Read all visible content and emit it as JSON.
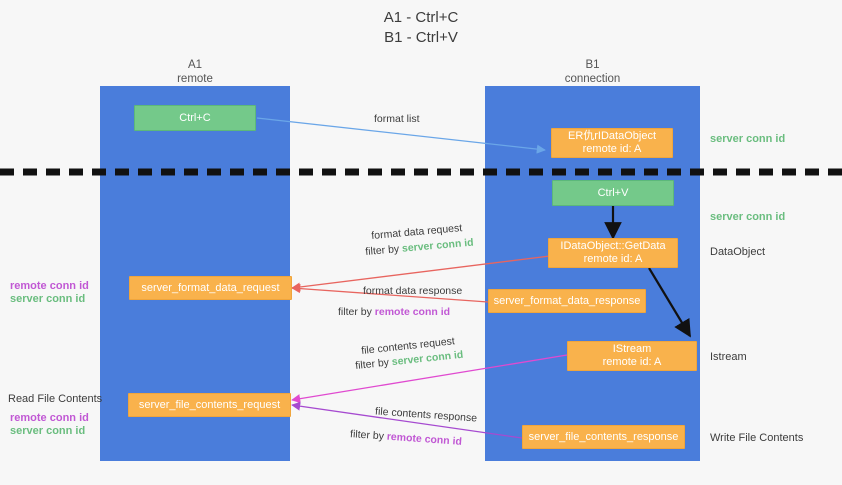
{
  "title": {
    "line1": "A1 - Ctrl+C",
    "line2": "B1 - Ctrl+V"
  },
  "colors": {
    "lane": "#4a7ddb",
    "node_green": "#74c98a",
    "node_orange": "#f9b24c",
    "server_conn_id": "#6abd7f",
    "remote_conn_id": "#c158d4",
    "arrow_blue": "#6aa6e8",
    "arrow_red": "#e8655f",
    "arrow_magenta": "#e04ad0",
    "arrow_purple": "#a64ad0",
    "arrow_black": "#111111",
    "divider": "#111111"
  },
  "lanes": [
    {
      "id": "a1",
      "title": "A1",
      "subtitle": "remote"
    },
    {
      "id": "b1",
      "title": "B1",
      "subtitle": "connection"
    }
  ],
  "nodes": [
    {
      "id": "ctrl-c",
      "kind": "green",
      "line1": "Ctrl+C",
      "line2": ""
    },
    {
      "id": "idataobject",
      "kind": "orange",
      "line1": "ER仇rIDataObject",
      "line2": "remote id: A"
    },
    {
      "id": "ctrl-v",
      "kind": "green",
      "line1": "Ctrl+V",
      "line2": ""
    },
    {
      "id": "getdata",
      "kind": "orange",
      "line1": "IDataObject::GetData",
      "line2": "remote id: A"
    },
    {
      "id": "format-data-request",
      "kind": "orange",
      "line1": "server_format_data_request",
      "line2": ""
    },
    {
      "id": "format-data-response",
      "kind": "orange",
      "line1": "server_format_data_response",
      "line2": ""
    },
    {
      "id": "istream",
      "kind": "orange",
      "line1": "IStream",
      "line2": "remote id: A"
    },
    {
      "id": "file-contents-request",
      "kind": "orange",
      "line1": "server_file_contents_request",
      "line2": ""
    },
    {
      "id": "file-contents-response",
      "kind": "orange",
      "line1": "server_file_contents_response",
      "line2": ""
    }
  ],
  "edge_labels": {
    "format_list": "format list",
    "format_data_request": "format data request",
    "format_data_response": "format data response",
    "file_contents_request": "file contents request",
    "file_contents_response": "file contents response",
    "filter_by": "filter by",
    "server_conn_id": "server conn id",
    "remote_conn_id": "remote conn id"
  },
  "right_labels": [
    {
      "id": "server-conn-id-top",
      "text": "server conn id",
      "style": "green"
    },
    {
      "id": "server-conn-id-mid",
      "text": "server conn id",
      "style": "green"
    },
    {
      "id": "dataobject",
      "text": "DataObject",
      "style": "plain"
    },
    {
      "id": "istream",
      "text": "Istream",
      "style": "plain"
    },
    {
      "id": "write-file-contents",
      "text": "Write File Contents",
      "style": "plain"
    }
  ],
  "left_labels": {
    "remote_conn_id": "remote conn id",
    "server_conn_id": "server conn id",
    "read_file_contents": "Read File Contents"
  }
}
